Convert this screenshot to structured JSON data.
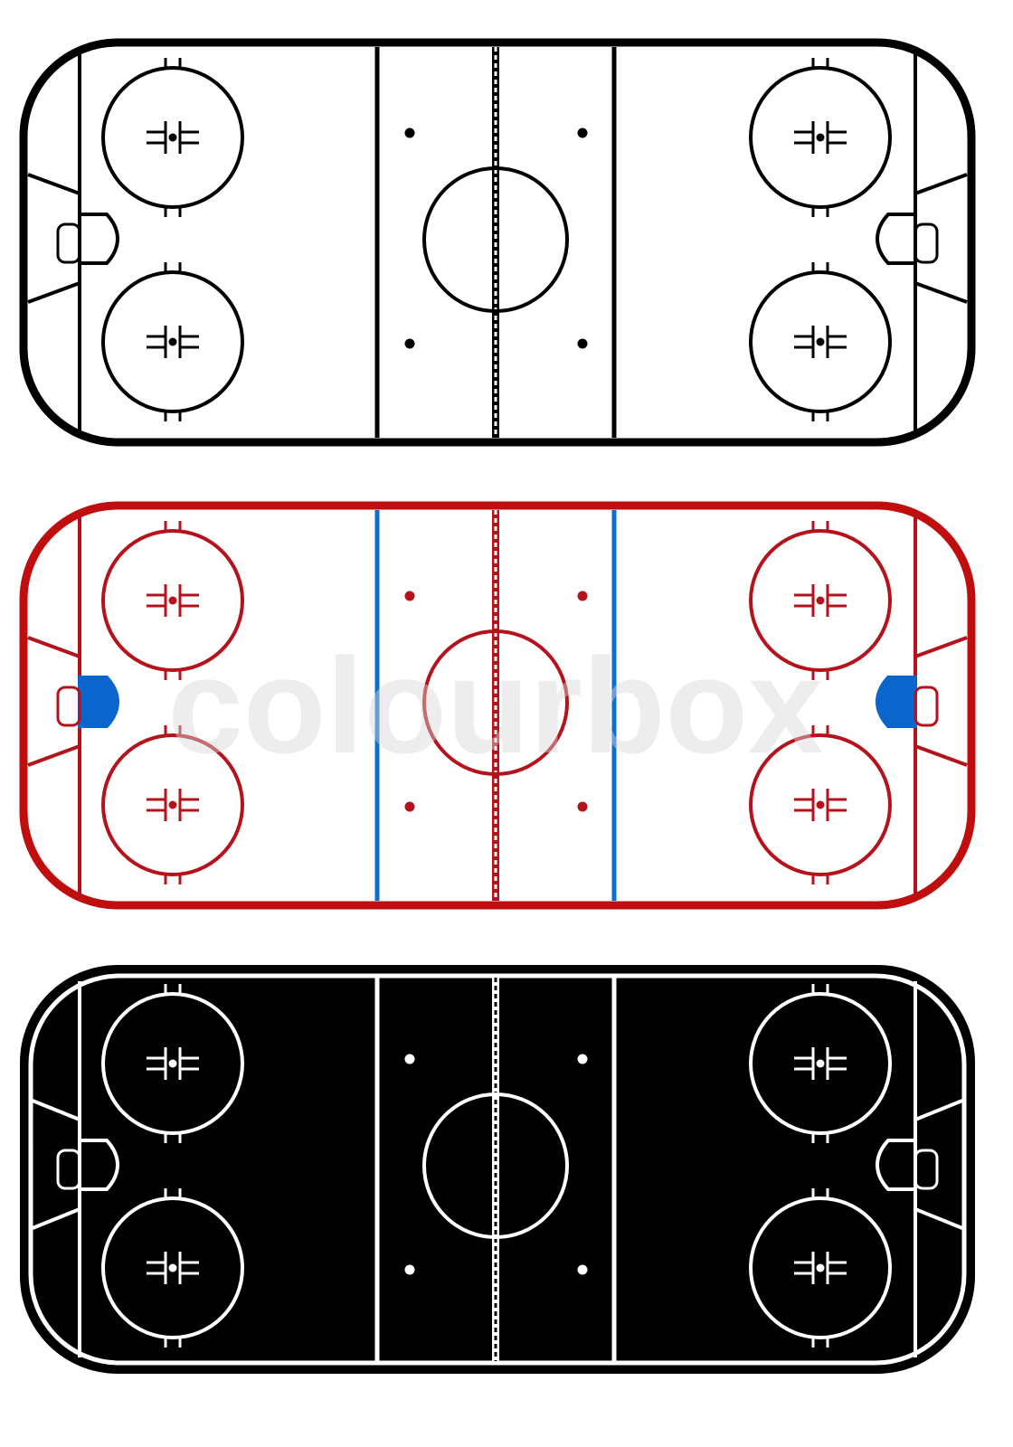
{
  "watermark": "colourbox",
  "rinks": [
    {
      "name": "outline-black",
      "board_color": "#000000",
      "line_color": "#000000",
      "blue_line_color": "#000000",
      "ice_color": "#ffffff",
      "crease_fill": "none",
      "inner_border": false
    },
    {
      "name": "colored-red-blue",
      "board_color": "#c00d0d",
      "line_color": "#b5121b",
      "blue_line_color": "#0b6fd1",
      "ice_color": "#ffffff",
      "crease_fill": "#0a66cc",
      "inner_border": false
    },
    {
      "name": "inverted-black",
      "board_color": "#000000",
      "line_color": "#ffffff",
      "blue_line_color": "#ffffff",
      "ice_color": "#000000",
      "crease_fill": "none",
      "inner_border": true
    }
  ]
}
